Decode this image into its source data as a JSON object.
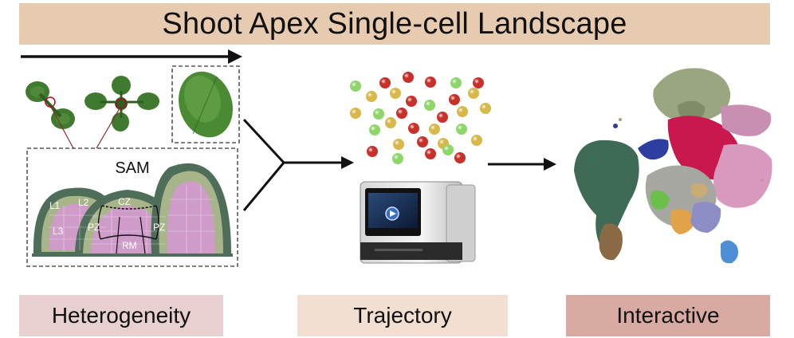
{
  "title": "Shoot Apex Single-cell Landscape",
  "stages": {
    "heterogeneity": "Heterogeneity",
    "trajectory": "Trajectory",
    "interactive": "Interactive"
  },
  "sam": {
    "title": "SAM",
    "labels": {
      "l1": "L1",
      "l2": "L2",
      "l3": "L3",
      "cz": "CZ",
      "pz_left": "PZ",
      "pz_right": "PZ",
      "rm": "RM"
    }
  },
  "colors": {
    "banner": "#e7cbb0",
    "leaf": "#3f7a2e",
    "outer_layer": "#4f6e5a",
    "second_layer": "#a8b48a",
    "inner_tissue": "#cf9cc9",
    "cell_red": "#c8312a",
    "cell_green": "#8fd66a",
    "cell_yellow": "#d8b84a"
  }
}
